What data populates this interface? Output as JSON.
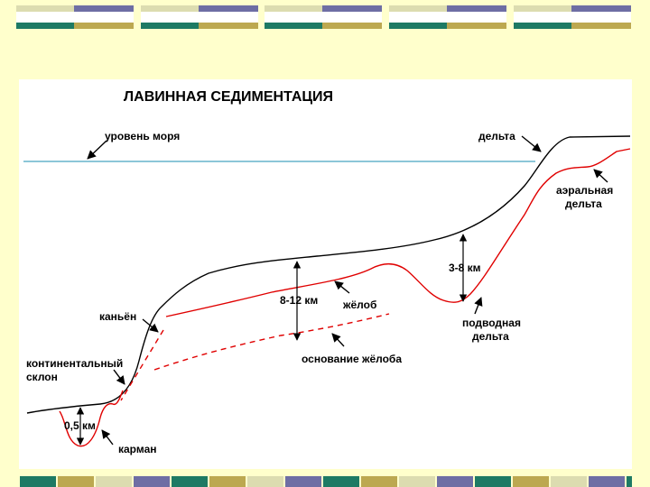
{
  "title": "ЛАВИННАЯ СЕДИМЕНТАЦИЯ",
  "labels": {
    "sea_level": "уровень моря",
    "delta": "дельта",
    "aerial_delta_line1": "аэральная",
    "aerial_delta_line2": "дельта",
    "range_3_8": "3-8 км",
    "range_8_12": "8-12 км",
    "trough": "жёлоб",
    "underwater_delta_line1": "подводная",
    "underwater_delta_line2": "дельта",
    "canyon": "каньён",
    "slope_line1": "континентальный",
    "slope_line2": "склон",
    "trough_base": "основание жёлоба",
    "depth_0_5": "0,5 км",
    "pocket": "карман"
  },
  "colors": {
    "background": "#ffffcc",
    "panel": "#ffffff",
    "sea_line": "#1a8cb0",
    "seafloor": "#000000",
    "sediment": "#e00000",
    "deco_cream": "#dcdcb0",
    "deco_purple": "#6e6ea4",
    "deco_teal": "#1e7a64",
    "deco_olive": "#bca850"
  }
}
